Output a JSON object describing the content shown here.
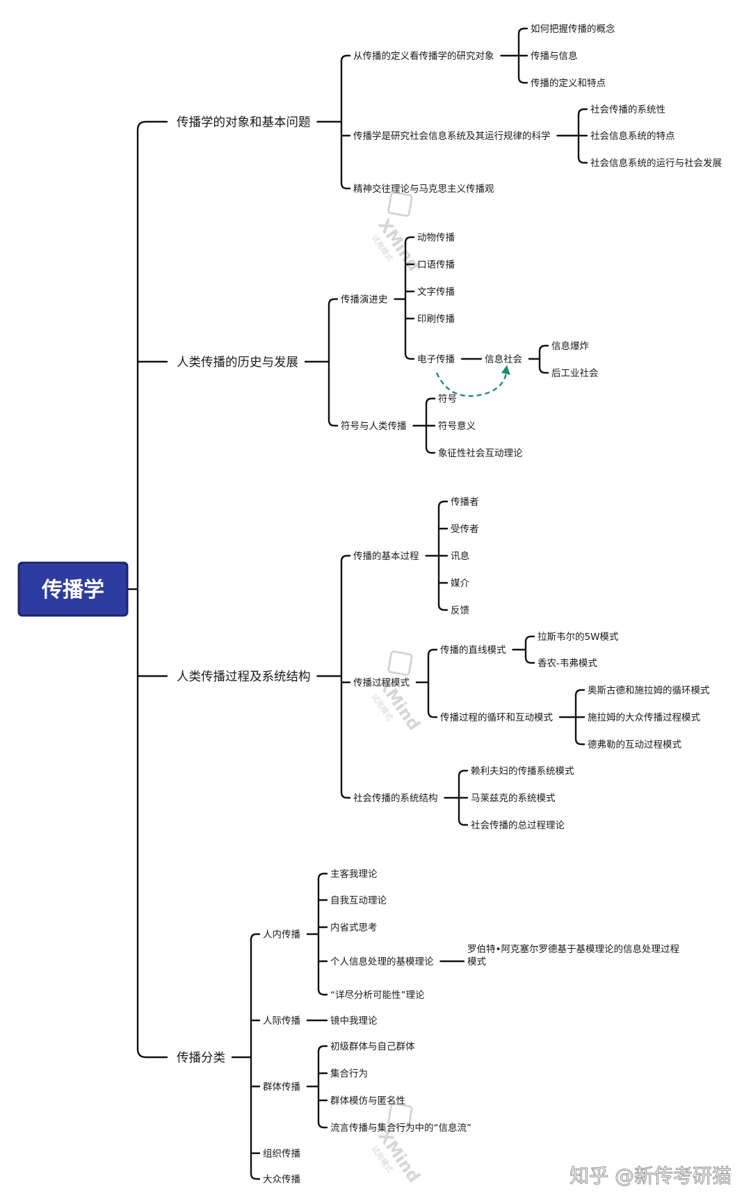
{
  "colors": {
    "root_fill": "#2d3c9e",
    "line": "#111111",
    "arrow": "#1f8b73",
    "text": "#1a1a1a"
  },
  "watermark": {
    "brand": "XMind",
    "sub": "试用模式",
    "credit": "知乎 @新传考研猫"
  },
  "root": {
    "label": "传播学",
    "children": [
      {
        "label": "传播学的对象和基本问题",
        "children": [
          {
            "label": "从传播的定义看传播学的研究对象",
            "children": [
              {
                "label": "如何把握传播的概念"
              },
              {
                "label": "传播与信息"
              },
              {
                "label": "传播的定义和特点"
              }
            ]
          },
          {
            "label": "传播学是研究社会信息系统及其运行规律的科学",
            "children": [
              {
                "label": "社会传播的系统性"
              },
              {
                "label": "社会信息系统的特点"
              },
              {
                "label": "社会信息系统的运行与社会发展"
              }
            ]
          },
          {
            "label": "精神交往理论与马克思主义传播观"
          }
        ]
      },
      {
        "label": "人类传播的历史与发展",
        "children": [
          {
            "label": "传播演进史",
            "children": [
              {
                "label": "动物传播"
              },
              {
                "label": "口语传播"
              },
              {
                "label": "文字传播"
              },
              {
                "label": "印刷传播"
              },
              {
                "label": "电子传播",
                "children": [
                  {
                    "label": "信息社会",
                    "children": [
                      {
                        "label": "信息爆炸"
                      },
                      {
                        "label": "后工业社会"
                      }
                    ]
                  }
                ]
              }
            ]
          },
          {
            "label": "符号与人类传播",
            "children": [
              {
                "label": "符号"
              },
              {
                "label": "符号意义"
              },
              {
                "label": "象征性社会互动理论"
              }
            ]
          }
        ]
      },
      {
        "label": "人类传播过程及系统结构",
        "children": [
          {
            "label": "传播的基本过程",
            "children": [
              {
                "label": "传播者"
              },
              {
                "label": "受传者"
              },
              {
                "label": "讯息"
              },
              {
                "label": "媒介"
              },
              {
                "label": "反馈"
              }
            ]
          },
          {
            "label": "传播过程模式",
            "children": [
              {
                "label": "传播的直线模式",
                "children": [
                  {
                    "label": "拉斯韦尔的5W模式"
                  },
                  {
                    "label": "香农-韦弗模式"
                  }
                ]
              },
              {
                "label": "传播过程的循环和互动模式",
                "children": [
                  {
                    "label": "奥斯古德和施拉姆的循环模式"
                  },
                  {
                    "label": "施拉姆的大众传播过程模式"
                  },
                  {
                    "label": "德弗勒的互动过程模式"
                  }
                ]
              }
            ]
          },
          {
            "label": "社会传播的系统结构",
            "children": [
              {
                "label": "赖利夫妇的传播系统模式"
              },
              {
                "label": "马莱兹克的系统模式"
              },
              {
                "label": "社会传播的总过程理论"
              }
            ]
          }
        ]
      },
      {
        "label": "传播分类",
        "children": [
          {
            "label": "人内传播",
            "children": [
              {
                "label": "主客我理论"
              },
              {
                "label": "自我互动理论"
              },
              {
                "label": "内省式思考"
              },
              {
                "label": "个人信息处理的基模理论",
                "children": [
                  {
                    "label": "罗伯特•阿克塞尔罗德基于基模理论的信息处理过程模式"
                  }
                ]
              },
              {
                "label": "“详尽分析可能性”理论"
              }
            ]
          },
          {
            "label": "人际传播",
            "children": [
              {
                "label": "镜中我理论"
              }
            ]
          },
          {
            "label": "群体传播",
            "children": [
              {
                "label": "初级群体与自己群体"
              },
              {
                "label": "集合行为"
              },
              {
                "label": "群体模仿与匿名性"
              },
              {
                "label": "流言传播与集合行为中的“信息流”"
              }
            ]
          },
          {
            "label": "组织传播"
          },
          {
            "label": "大众传播"
          }
        ]
      }
    ]
  }
}
